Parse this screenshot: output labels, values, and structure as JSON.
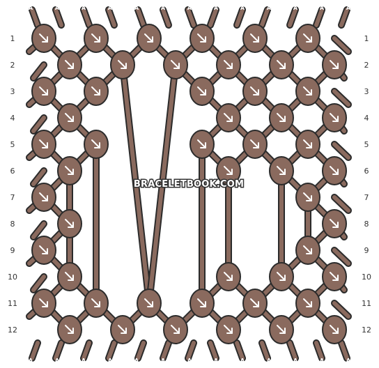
{
  "colors": {
    "thread": "#8a6a5e",
    "outline": "#2b2b2b",
    "arrow": "#ffffff",
    "background": "#ffffff"
  },
  "row_labels": [
    "1",
    "2",
    "3",
    "4",
    "5",
    "6",
    "7",
    "8",
    "9",
    "10",
    "11",
    "12"
  ],
  "thread_labels_top": [
    "A",
    "A",
    "A",
    "A",
    "A",
    "A",
    "A",
    "A",
    "A",
    "A",
    "A",
    "A",
    "A",
    "A"
  ],
  "thread_labels_bottom": [
    "A",
    "A",
    "A",
    "A",
    "A",
    "A",
    "A",
    "A",
    "A",
    "A",
    "A",
    "A",
    "A",
    "A"
  ],
  "watermark": "BRACELETBOOK.COM",
  "arrow_icon": "arrow-down-right-icon"
}
